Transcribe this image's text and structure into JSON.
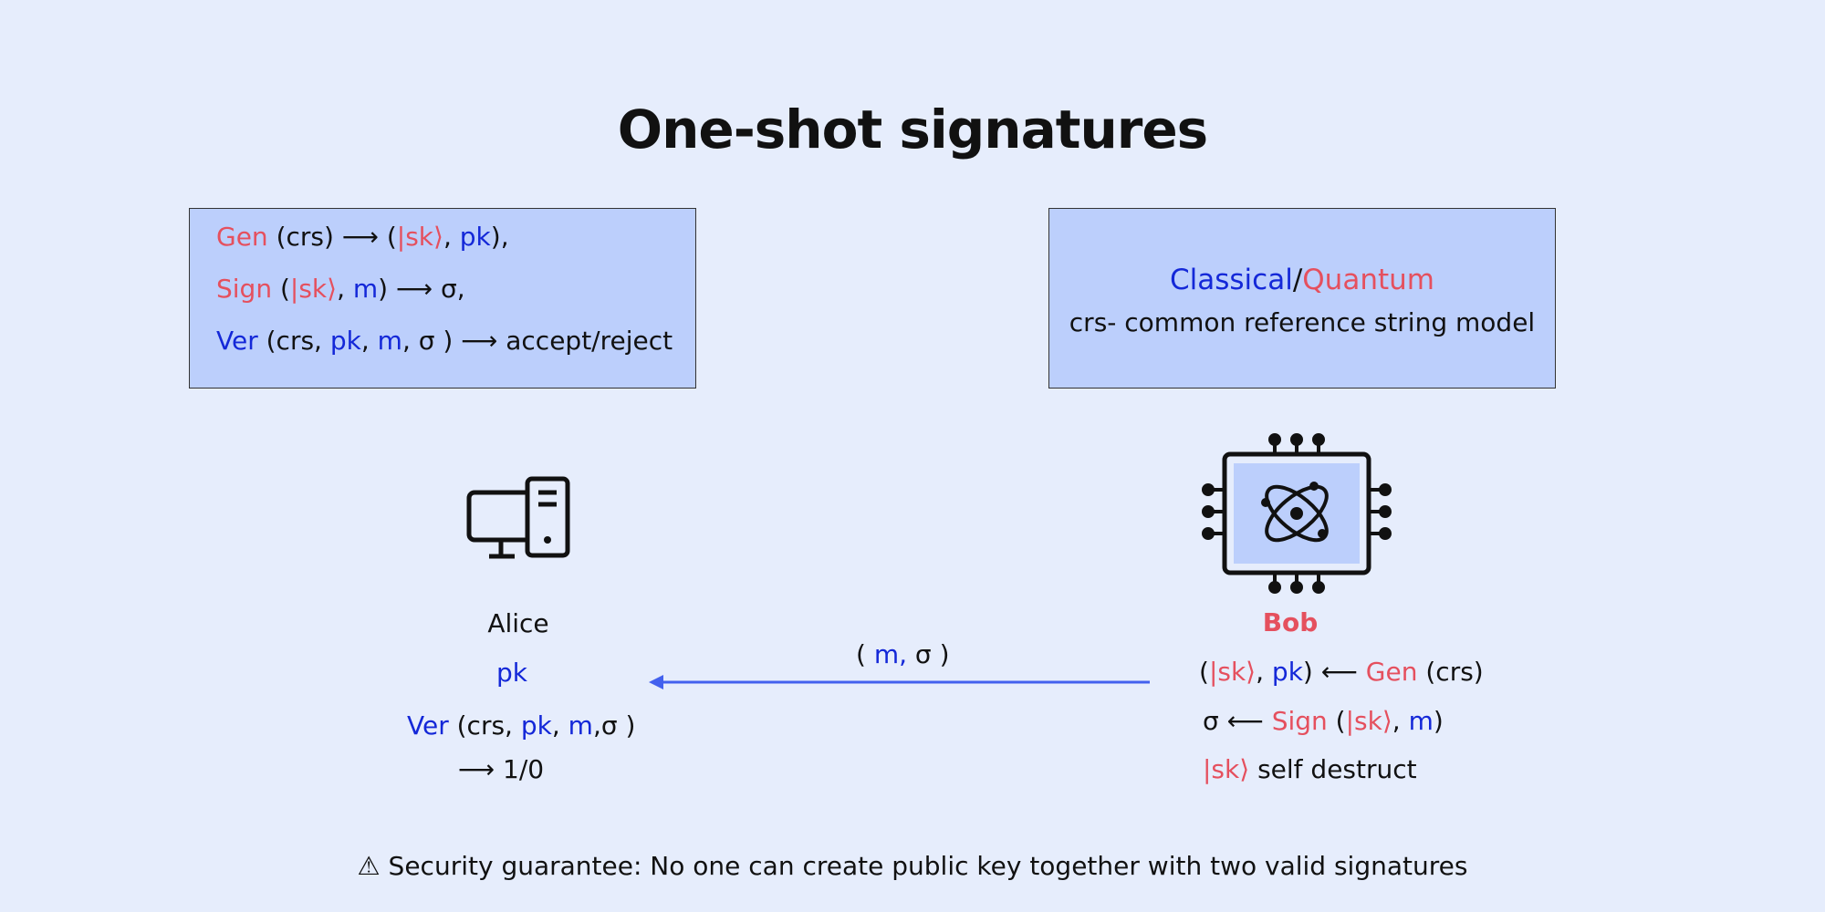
{
  "title": "One-shot signatures",
  "definitions": {
    "gen": {
      "name": "Gen",
      "args": " (crs) ⟶ (",
      "sk": "|sk⟩",
      "sep": ", ",
      "pk": "pk",
      "close": "),"
    },
    "sign": {
      "name": "Sign",
      "open": " (",
      "sk": "|sk⟩",
      "sep": ", ",
      "m": "m",
      "rest": ") ⟶ σ,"
    },
    "ver": {
      "name": "Ver",
      "open": " (crs, ",
      "pk": "pk",
      "sep": ", ",
      "m": "m",
      "rest": ", σ ) ⟶ accept/reject"
    }
  },
  "model": {
    "classical": "Classical",
    "slash": "/",
    "quantum": "Quantum",
    "crs_desc": "crs- common reference string model"
  },
  "alice": {
    "name": "Alice",
    "pk": "pk",
    "ver": {
      "name": "Ver",
      "open": " (crs, ",
      "pk": "pk",
      "sep": ", ",
      "m": "m",
      "rest": ",σ )"
    },
    "result": "⟶ 1/0"
  },
  "message": {
    "open": "( ",
    "m": "m,",
    "rest": " σ )"
  },
  "bob": {
    "name": "Bob",
    "gen": {
      "open": "(",
      "sk": "|sk⟩",
      "sep": ", ",
      "pk": "pk",
      "mid": ") ⟵ ",
      "name": "Gen",
      "rest": " (crs)"
    },
    "sign": {
      "lead": "σ ⟵ ",
      "name": "Sign",
      "open": " (",
      "sk": "|sk⟩",
      "sep": ", ",
      "m": "m",
      "close": ")"
    },
    "destruct": {
      "sk": "|sk⟩",
      "rest": " self destruct"
    }
  },
  "footer": {
    "icon": "⚠",
    "text": " Security guarantee: No one can create public key together with two valid signatures"
  },
  "colors": {
    "red": "#e5505e",
    "blue": "#1428d8",
    "arrow": "#4361ee",
    "box": "#bccffc",
    "background": "#e6edfc"
  }
}
